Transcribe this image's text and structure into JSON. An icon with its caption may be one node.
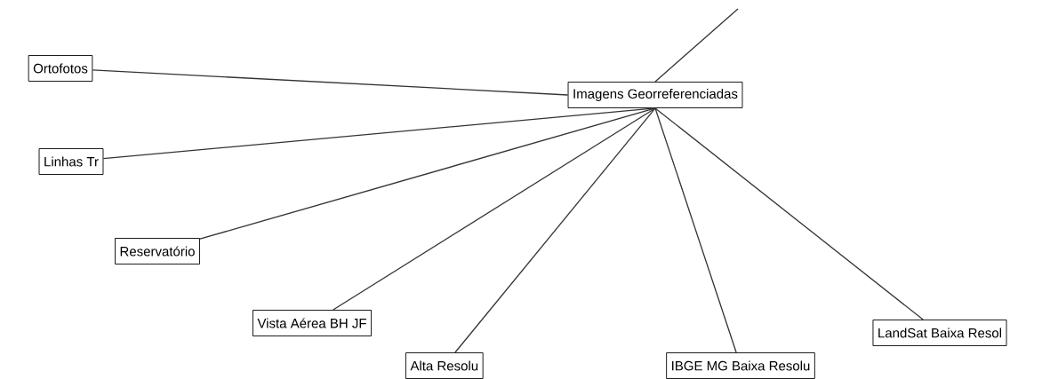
{
  "diagram": {
    "nodes": [
      {
        "text": [
          "Imagens Georreferenciadas"
        ]
      },
      {
        "text": [
          "Ortofotos"
        ]
      },
      {
        "text": [
          "Linhas Tr"
        ]
      },
      {
        "text": [
          "Reservatório"
        ]
      },
      {
        "text": [
          "Vista Aérea BH JF"
        ]
      },
      {
        "text": [
          "Alta Resolu"
        ]
      },
      {
        "text": [
          "IBGE MG Baixa Resolu"
        ]
      },
      {
        "text": [
          "LandSat Baixa Resol"
        ]
      }
    ],
    "edges": [
      {
        "from": 0,
        "to": null,
        "arrow": "none"
      },
      {
        "from": 0,
        "to": 1,
        "arrow": "none"
      },
      {
        "from": 0,
        "to": 2,
        "arrow": "none"
      },
      {
        "from": 0,
        "to": 3,
        "arrow": "none"
      },
      {
        "from": 0,
        "to": 4,
        "arrow": "none"
      },
      {
        "from": 0,
        "to": 5,
        "arrow": "none"
      },
      {
        "from": 0,
        "to": 6,
        "arrow": "none"
      },
      {
        "from": 0,
        "to": 7,
        "arrow": "none"
      }
    ]
  }
}
